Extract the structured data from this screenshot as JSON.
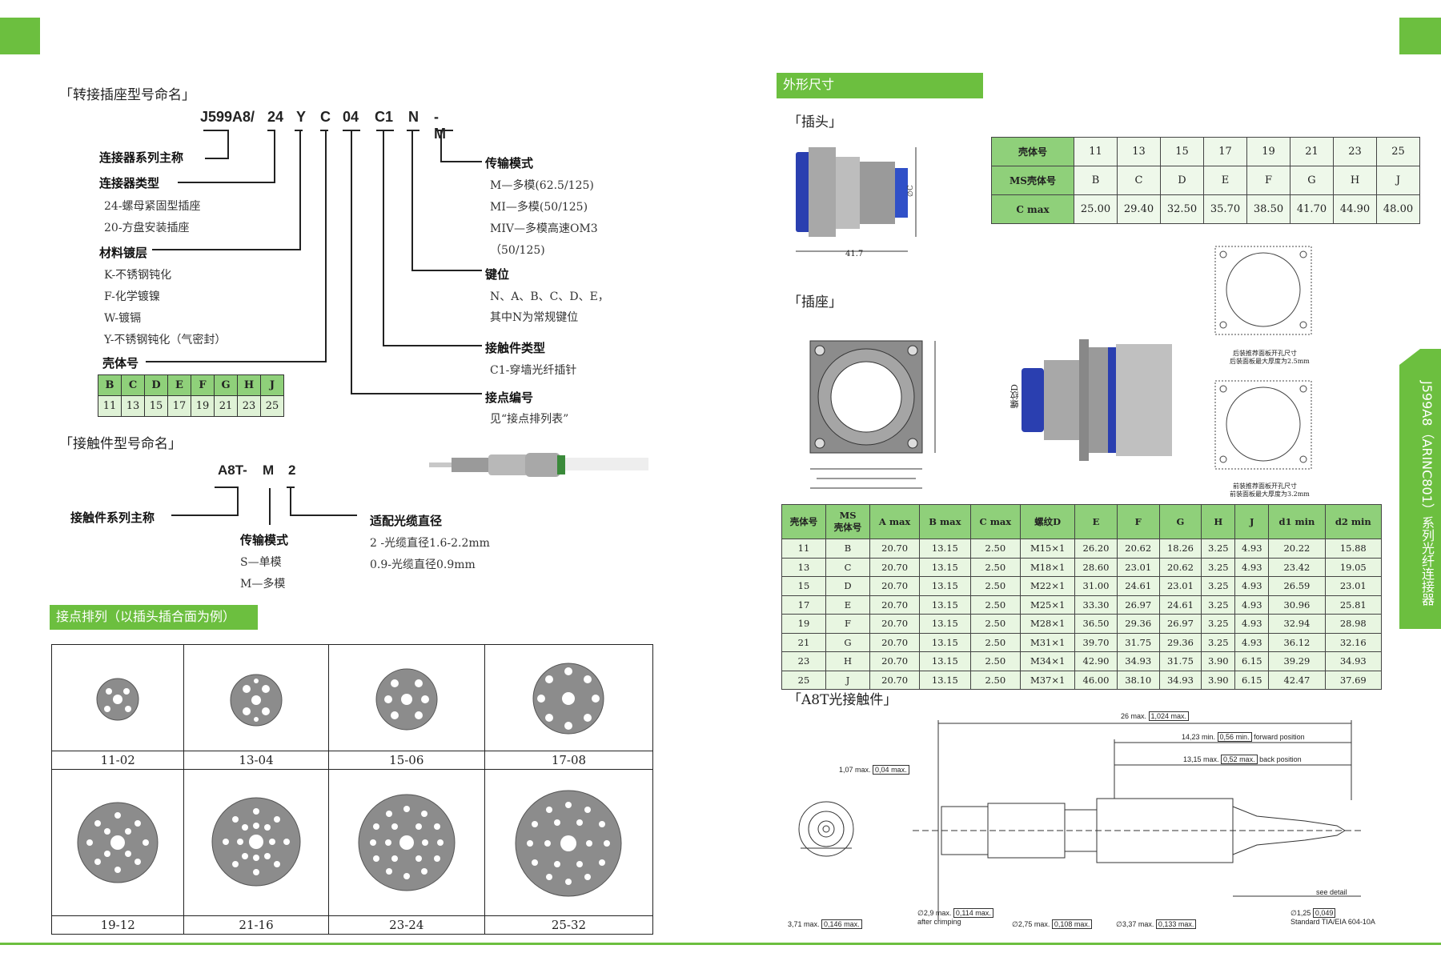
{
  "colors": {
    "accent": "#6cbf3f",
    "table_header": "#8fd07a",
    "table_row": "#e8f6e1"
  },
  "left": {
    "naming_title": "「转接插座型号命名」",
    "code_parts": [
      "J599A8/",
      "24",
      "Y",
      "C",
      "04",
      "C1",
      "N",
      "-M"
    ],
    "series_name": "连接器系列主称",
    "type_label": "连接器类型",
    "type_items": [
      "24-螺母紧固型插座",
      "20-方盘安装插座"
    ],
    "plating_label": "材料镀层",
    "plating_items": [
      "K-不锈钢钝化",
      "F-化学镀镍",
      "W-镀镉",
      "Y-不锈钢钝化（气密封）"
    ],
    "shell_label": "壳体号",
    "shell_letters": [
      "B",
      "C",
      "D",
      "E",
      "F",
      "G",
      "H",
      "J"
    ],
    "shell_numbers": [
      "11",
      "13",
      "15",
      "17",
      "19",
      "21",
      "23",
      "25"
    ],
    "mode_label": "传输模式",
    "mode_items": [
      "M—多模(62.5/125)",
      "MI—多模(50/125)",
      "MIV—多模高速OM3",
      "（50/125)"
    ],
    "key_label": "键位",
    "key_items": [
      "N、A、B、C、D、E，",
      "其中N为常规键位"
    ],
    "contact_type_label": "接触件类型",
    "contact_type_items": [
      "C1-穿墙光纤插针"
    ],
    "contact_no_label": "接点编号",
    "contact_no_items": [
      "见“接点排列表”"
    ],
    "contact_title": "「接触件型号命名」",
    "contact_code": [
      "A8T-",
      "M",
      "2"
    ],
    "contact_series": "接触件系列主称",
    "contact_mode_label": "传输模式",
    "contact_mode_items": [
      "S—单模",
      "M—多模"
    ],
    "cable_label": "适配光缆直径",
    "cable_items": [
      "2 -光缆直径1.6-2.2mm",
      "0.9-光缆直径0.9mm"
    ],
    "layout_banner": "接点排列（以插头插合面为例）",
    "layouts": [
      "11-02",
      "13-04",
      "15-06",
      "17-08",
      "19-12",
      "21-16",
      "23-24",
      "25-32"
    ]
  },
  "right": {
    "dim_banner": "外形尺寸",
    "plug_title": "「插头」",
    "plug_dim": "41.7",
    "plug_table": {
      "row_labels": [
        "壳体号",
        "MS壳体号",
        "C max"
      ],
      "shell": [
        "11",
        "13",
        "15",
        "17",
        "19",
        "21",
        "23",
        "25"
      ],
      "ms": [
        "B",
        "C",
        "D",
        "E",
        "F",
        "G",
        "H",
        "J"
      ],
      "cmax": [
        "25.00",
        "29.40",
        "32.50",
        "35.70",
        "38.50",
        "41.70",
        "44.90",
        "48.00"
      ]
    },
    "receptacle_title": "「插座」",
    "drawing_notes": [
      "后装推荐面板开孔尺寸",
      "后装面板最大厚度为2.5mm",
      "前装推荐面板开孔尺寸",
      "前装面板最大厚度为3.2mm"
    ],
    "thread_label": "螺纹D",
    "receptacle_table": {
      "headers": [
        "壳体号",
        "MS\n壳体号",
        "A max",
        "B max",
        "C max",
        "螺纹D",
        "E",
        "F",
        "G",
        "H",
        "J",
        "d1 min",
        "d2 min"
      ],
      "rows": [
        [
          "11",
          "B",
          "20.70",
          "13.15",
          "2.50",
          "M15×1",
          "26.20",
          "20.62",
          "18.26",
          "3.25",
          "4.93",
          "20.22",
          "15.88"
        ],
        [
          "13",
          "C",
          "20.70",
          "13.15",
          "2.50",
          "M18×1",
          "28.60",
          "23.01",
          "20.62",
          "3.25",
          "4.93",
          "23.42",
          "19.05"
        ],
        [
          "15",
          "D",
          "20.70",
          "13.15",
          "2.50",
          "M22×1",
          "31.00",
          "24.61",
          "23.01",
          "3.25",
          "4.93",
          "26.59",
          "23.01"
        ],
        [
          "17",
          "E",
          "20.70",
          "13.15",
          "2.50",
          "M25×1",
          "33.30",
          "26.97",
          "24.61",
          "3.25",
          "4.93",
          "30.96",
          "25.81"
        ],
        [
          "19",
          "F",
          "20.70",
          "13.15",
          "2.50",
          "M28×1",
          "36.50",
          "29.36",
          "26.97",
          "3.25",
          "4.93",
          "32.94",
          "28.98"
        ],
        [
          "21",
          "G",
          "20.70",
          "13.15",
          "2.50",
          "M31×1",
          "39.70",
          "31.75",
          "29.36",
          "3.25",
          "4.93",
          "36.12",
          "32.16"
        ],
        [
          "23",
          "H",
          "20.70",
          "13.15",
          "2.50",
          "M34×1",
          "42.90",
          "34.93",
          "31.75",
          "3.90",
          "6.15",
          "39.29",
          "34.93"
        ],
        [
          "25",
          "J",
          "20.70",
          "13.15",
          "2.50",
          "M37×1",
          "46.00",
          "38.10",
          "34.93",
          "3.90",
          "6.15",
          "42.47",
          "37.69"
        ]
      ]
    },
    "a8t_title": "「A8T光接触件」",
    "a8t_dims": {
      "d1": "26 max.",
      "d1b": "1,024 max.",
      "d2": "14,23 min.",
      "d2b": "0,56 min.",
      "d2c": "forward position",
      "d3": "13,15 max.",
      "d3b": "0,52 max.",
      "d3c": "back position",
      "d4": "1,07 max.",
      "d4b": "0,04 max.",
      "b1": "3,71 max.",
      "b1b": "0,146 max.",
      "b2": "∅2,9 max.",
      "b2b": "0,114 max.",
      "b2c": "after crimping",
      "b3": "∅2,75 max.",
      "b3b": "0,108 max.",
      "b4": "∅3,37 max.",
      "b4b": "0,133 max.",
      "b5": "∅1,25",
      "b5b": "0,049",
      "b5c": "Standard TIA/EIA 604-10A",
      "detail": "see detail"
    },
    "side_tab": "J599A8（ARINC801）系列光纤连接器"
  }
}
